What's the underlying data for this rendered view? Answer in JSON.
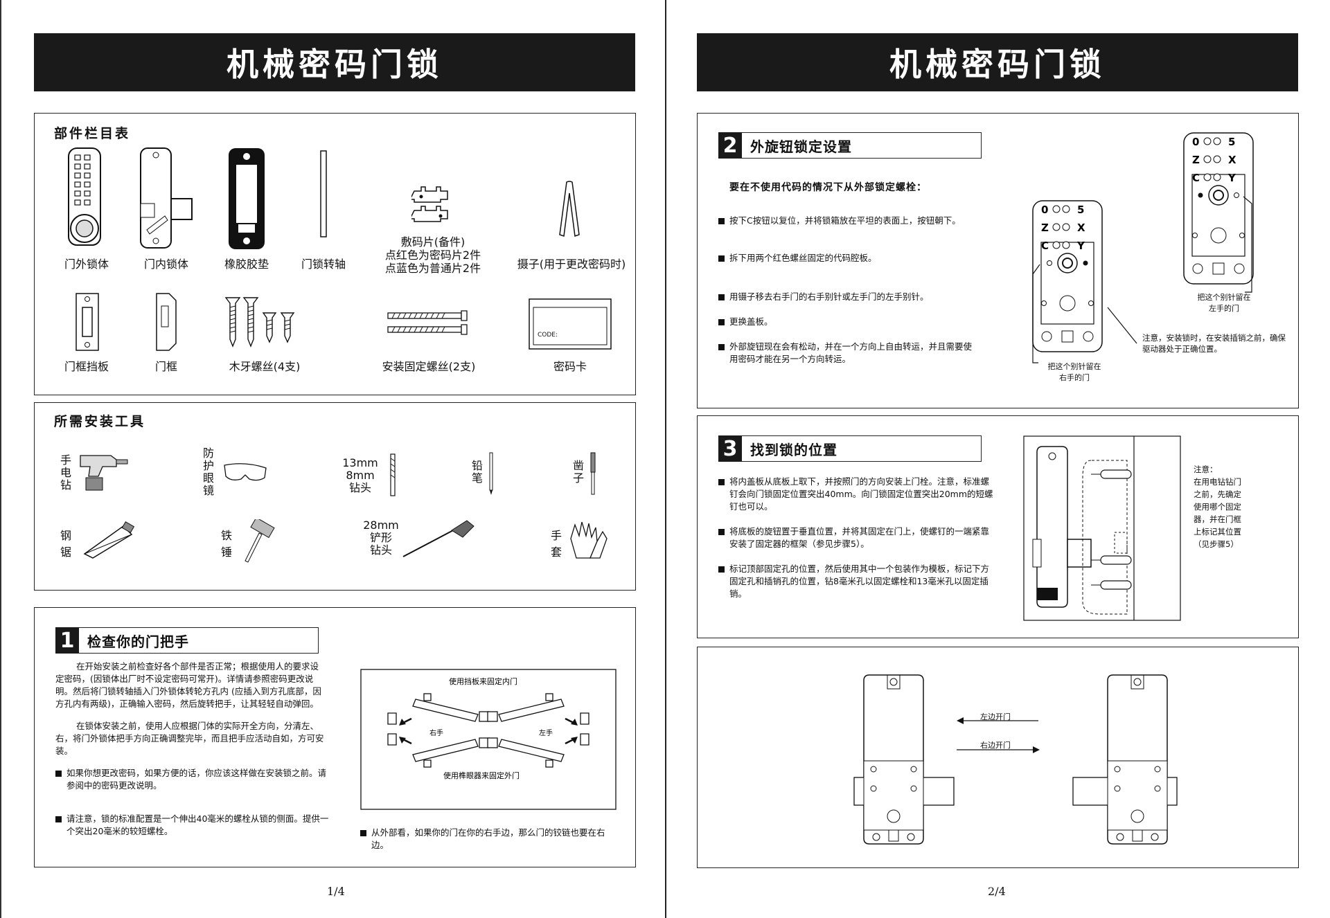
{
  "left_page": {
    "title": "机械密码门锁",
    "parts": {
      "heading": "部件栏目表",
      "items": [
        "门外锁体",
        "门内锁体",
        "橡胶胶垫",
        "门锁转轴",
        "门框挡板",
        "门框",
        "木牙螺丝(4支)",
        "安装固定螺丝(2支)",
        "密码卡",
        "摄子(用于更改密码时)"
      ],
      "spare_chips": [
        "敷码片(备件)",
        "点红色为密码片2件",
        "点蓝色为普通片2件"
      ],
      "code_card_text": "CODE:"
    },
    "tools": {
      "heading": "所需安装工具",
      "items": [
        "手电钻",
        "防护眼镜",
        "13mm",
        "8mm",
        "钻头",
        "铅笔",
        "凿子",
        "钢锯",
        "铁锤",
        "28mm",
        "铲形",
        "钻头",
        "手套"
      ]
    },
    "step1": {
      "number": "1",
      "title": "检查你的门把手",
      "para1": "在开始安装之前检查好各个部件是否正常；根据使用人的要求设定密码，(因锁体出厂时不设定密码可常开)。详情请参照密码更改说明。然后将门锁转轴插入门外锁体转轮方孔内 (应插入到方孔底部，因方孔内有两级)，正确输入密码，然后旋转把手，让其轻轻自动弹回。",
      "para2": "在锁体安装之前，使用人应根据门体的实际开全方向，分清左、右，将门外锁体把手方向正确调整完毕，而且把手应活动自如，方可安装。",
      "bullet1": "如果你想更改密码，如果方便的话，你应该这样做在安装锁之前。请参阅中的密码更改说明。",
      "bullet2": "请注意，锁的标准配置是一个伸出40毫米的螺栓从锁的侧面。提供一个突出20毫米的较短螺栓。",
      "bullet3": "从外部看，如果你的门在你的右手边，那么门的铰链也要在右边。",
      "diagram": {
        "top": "使用挡板来固定内门",
        "bottom": "使用榫眼器来固定外门",
        "right_hand": "右手",
        "left_hand": "左手"
      }
    },
    "page_number": "1/4"
  },
  "right_page": {
    "title": "机械密码门锁",
    "step2": {
      "number": "2",
      "title": "外旋钮锁定设置",
      "subtitle": "要在不使用代码的情况下从外部锁定螺栓：",
      "bullets": [
        "按下C按钮以复位，并将锁箱放在平坦的表面上，按钮朝下。",
        "拆下用两个红色螺丝固定的代码腔板。",
        "用镊子移去右手门的右手别针或左手门的左手别针。",
        "更换盖板。",
        "外部旋钮现在会有松动，并在一个方向上自由转运，并且需要使用密码才能在另一个方向转运。"
      ],
      "note": "注意，安装锁时，在安装插销之前，确保驱动器处于正确位置。",
      "pin_right": [
        "把这个别针留在",
        "右手的门"
      ],
      "pin_left": [
        "把这个别针留在",
        "左手的门"
      ],
      "keypad": [
        "0",
        "5",
        "Z",
        "X",
        "C",
        "Y"
      ]
    },
    "step3": {
      "number": "3",
      "title": "找到锁的位置",
      "bullets": [
        "将内盖板从底板上取下，并按照门的方向安装上门栓。注意，标准螺钉会向门锁固定位置突出40mm。向门锁固定位置突出20mm的短螺钉也可以。",
        "将底板的旋钮置于垂直位置，并将其固定在门上，使螺钉的一端紧靠安装了固定器的框架（参见步骤5）。",
        "标记顶部固定孔的位置，然后使用其中一个包装作为模板，标记下方固定孔和插销孔的位置，钻8毫米孔以固定螺栓和13毫米孔以固定插销。"
      ],
      "note": [
        "注意：",
        "在用电钻钻门",
        "之前，先确定",
        "使用哪个固定",
        "器，并在门框",
        "上标记其位置",
        "（见步骤5）"
      ]
    },
    "step4": {
      "left_open": "左边开门",
      "right_open": "右边开门"
    },
    "page_number": "2/4"
  }
}
